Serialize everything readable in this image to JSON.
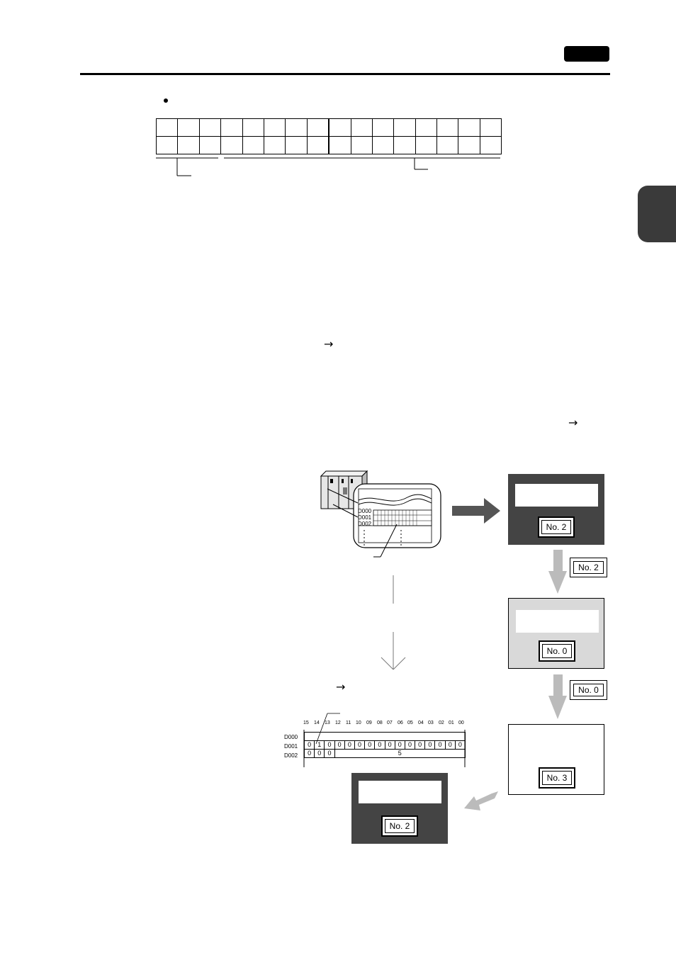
{
  "page": {
    "arrow_symbol_1": "→",
    "arrow_symbol_2": "→",
    "arrow_symbol_3": "→"
  },
  "flow": {
    "screen_top": {
      "button_label": "No. 2",
      "bg": "#444444"
    },
    "tag_1": "No. 2",
    "screen_second": {
      "button_label": "No. 0",
      "bg": "#d9d9d9"
    },
    "tag_2": "No. 0",
    "screen_third": {
      "button_label": "No. 3",
      "bg": "#ffffff"
    },
    "screen_result": {
      "button_label": "No. 2",
      "bg": "#444444"
    }
  },
  "plc_closeup": {
    "registers": [
      "D000",
      "D001",
      "D002"
    ]
  },
  "register_table": {
    "bit_headers": [
      "15",
      "14",
      "13",
      "12",
      "11",
      "10",
      "09",
      "08",
      "07",
      "06",
      "05",
      "04",
      "03",
      "02",
      "01",
      "00"
    ],
    "rows": [
      {
        "label": "D000",
        "cells": []
      },
      {
        "label": "D001",
        "cells": [
          "0",
          "1",
          "0",
          "0",
          "0",
          "0",
          "0",
          "0",
          "0",
          "0",
          "0",
          "0",
          "0",
          "0",
          "0",
          "0"
        ]
      },
      {
        "label": "D002",
        "cells": [
          "0",
          "0",
          "0"
        ],
        "value": "5"
      }
    ]
  },
  "colors": {
    "arrow_dark": "#555555",
    "arrow_light": "#bbbbbb"
  }
}
